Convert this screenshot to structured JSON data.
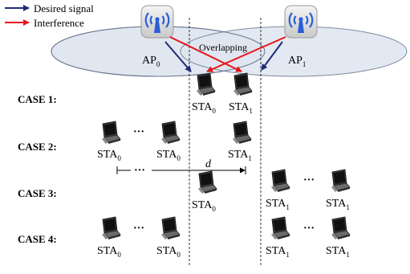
{
  "legend": {
    "desired_signal": "Desired signal",
    "interference": "Interference"
  },
  "colors": {
    "desired": "#1f2a78",
    "interference": "#e8141c",
    "ellipse_fill": "#dfe6f0",
    "ellipse_stroke": "#6b7890"
  },
  "aps": [
    {
      "label": "AP",
      "sub": "0"
    },
    {
      "label": "AP",
      "sub": "1"
    }
  ],
  "overlap_label": "Overlapping",
  "distance_label": "d",
  "sta_labels": {
    "sta0": {
      "label": "STA",
      "sub": "0"
    },
    "sta1": {
      "label": "STA",
      "sub": "1"
    }
  },
  "ellipsis": "···",
  "cases": [
    {
      "label": "CASE 1:"
    },
    {
      "label": "CASE 2:"
    },
    {
      "label": "CASE 3:"
    },
    {
      "label": "CASE 4:"
    }
  ],
  "icons": {
    "access_point": "wireless-access-point-icon",
    "station": "laptop-icon"
  }
}
